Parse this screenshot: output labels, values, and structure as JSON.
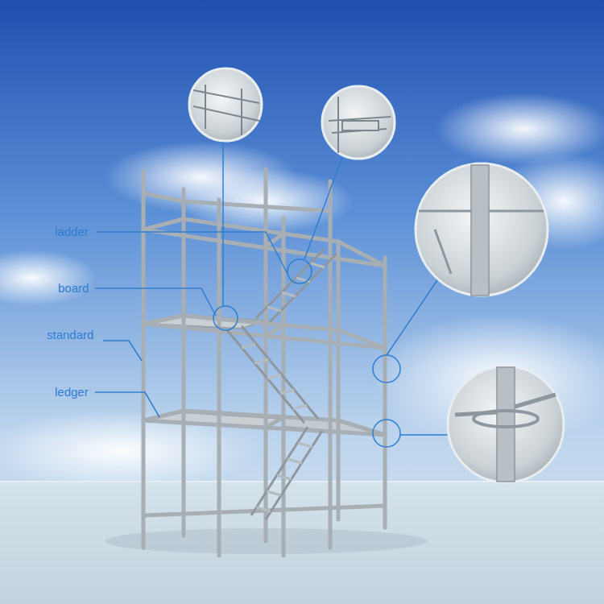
{
  "diagram": {
    "labels": [
      "ladder",
      "board",
      "standard",
      "ledger"
    ]
  }
}
